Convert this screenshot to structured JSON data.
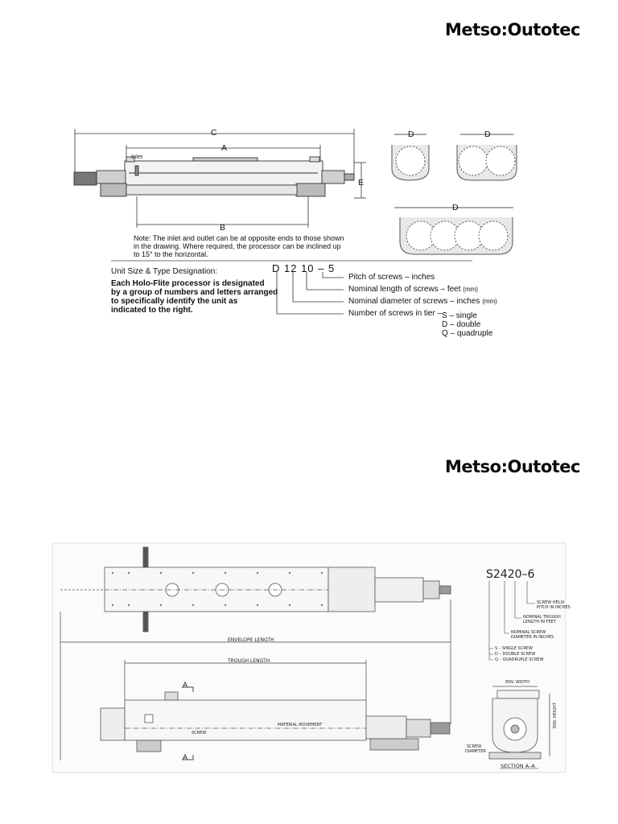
{
  "page1": {
    "logo": "Metso:Outotec",
    "dims": {
      "c": "C",
      "a": "A",
      "b": "B",
      "e": "E",
      "d1": "D",
      "d2": "D",
      "d3": "D"
    },
    "inlet": "Inlet",
    "note_line1": "Note: The inlet and outlet can be at opposite ends to those shown",
    "note_line2": "in the drawing. Where required, the processor can be inclined up",
    "note_line3": "to 15° to the horizontal.",
    "heading": "Unit Size & Type Designation:",
    "para_line1": "Each Holo-Flite processor is designated",
    "para_line2": "by a group of numbers and letters arranged",
    "para_line3": "to specifically identify the unit as",
    "para_line4": "indicated to the right.",
    "designation": "D  12  10 – 5",
    "legend": {
      "pitch": "Pitch of screws – inches",
      "length": "Nominal length of screws – feet",
      "length_unit": "(mm)",
      "diameter": "Nominal diameter of screws – inches",
      "diameter_unit": "(mm)",
      "number": "Number of screws in tier –",
      "single": "S – single",
      "double": "D – double",
      "quadruple": "Q – quadruple"
    }
  },
  "page2": {
    "logo": "Metso:Outotec",
    "envelope_length": "ENVELOPE LENGTH",
    "trough_length": "TROUGH LENGTH",
    "section_marker_top": "A",
    "section_marker_bottom": "A",
    "screw_label": "SCREW",
    "material_movement": "MATERIAL MOVEMENT",
    "model": "S2420–6",
    "callouts": {
      "helix_pitch_1": "SCREW HELIX",
      "helix_pitch_2": "PITCH IN INCHES",
      "trough_1": "NOMINAL TROUGH",
      "trough_2": "LENGTH IN FEET",
      "screw_dia_1": "NOMINAL SCREW",
      "screw_dia_2": "DIAMETER IN INCHES",
      "s_single": "S – SINGLE SCREW",
      "d_double": "D – DOUBLE SCREW",
      "q_quad": "Q – QUADRUPLE SCREW"
    },
    "env_width": "ENV. WIDTH",
    "env_height": "ENV. HEIGHT",
    "screw_diameter_1": "SCREW",
    "screw_diameter_2": "DIAMETER",
    "section_label": "SECTION  A–A"
  }
}
